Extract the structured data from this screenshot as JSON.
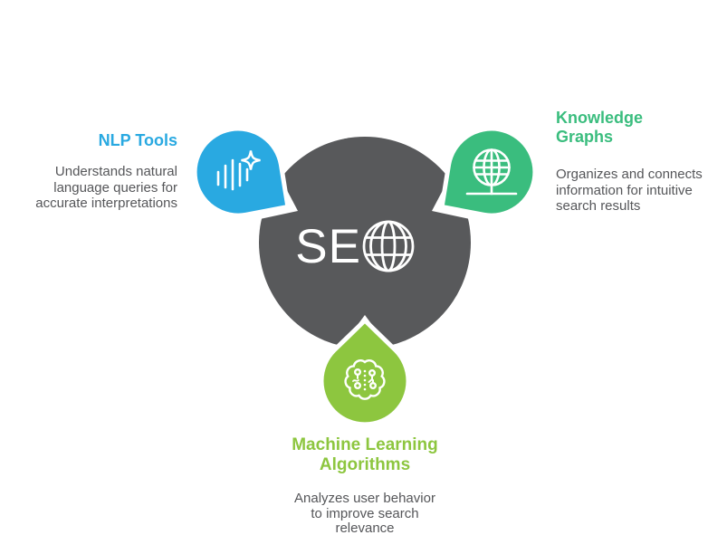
{
  "title": "SEO infographic",
  "center": {
    "label": "SE",
    "icon": "globe-wireframe-icon",
    "circle_color": "#58595b",
    "outline_color": "#ffffff"
  },
  "colors": {
    "background": "#ffffff",
    "body_text": "#555659"
  },
  "nodes": [
    {
      "id": "nlp-tools",
      "title": "NLP Tools",
      "description": "Understands natural language queries for accurate interpretations",
      "color": "#29a9e1",
      "icon": "voice-waveform-sparkle-icon"
    },
    {
      "id": "knowledge-graphs",
      "title": "Knowledge Graphs",
      "description": "Organizes and connects information for intuitive search results",
      "color": "#3abd7e",
      "icon": "globe-stand-icon"
    },
    {
      "id": "machine-learning-algorithms",
      "title": "Machine Learning Algorithms",
      "description": "Analyzes user behavior to improve search relevance",
      "color": "#8dc63f",
      "icon": "brain-circuit-icon"
    }
  ]
}
